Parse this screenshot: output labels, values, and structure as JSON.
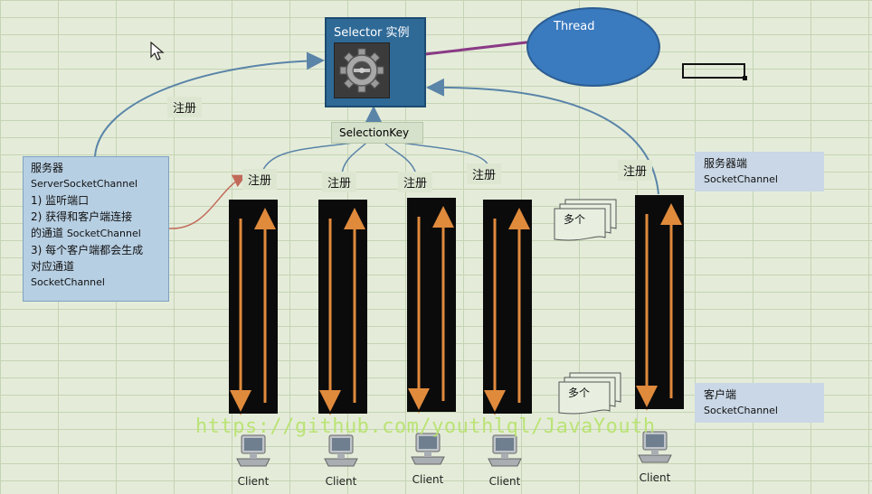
{
  "selector": {
    "title": "Selector 实例"
  },
  "thread": {
    "label": "Thread"
  },
  "register": {
    "main": "注册",
    "c1": "注册",
    "c2": "注册",
    "c3": "注册",
    "c4": "注册",
    "c5": "注册"
  },
  "selection_key": "SelectionKey",
  "server_box": {
    "title": "服务器",
    "line1": "ServerSocketChannel",
    "line2": "1) 监听端口",
    "line3": "2) 获得和客户端连接",
    "line4a": "的通道 ",
    "line4b": "SocketChannel",
    "line5": "3) 每个客户端都会生成",
    "line6": "对应通道",
    "line7": "SocketChannel"
  },
  "server_side": {
    "title": "服务器端",
    "sub": "SocketChannel"
  },
  "client_side": {
    "title": "客户端",
    "sub": "SocketChannel"
  },
  "multi": {
    "top": "多个",
    "bottom": "多个"
  },
  "clients": [
    "Client",
    "Client",
    "Client",
    "Client",
    "Client"
  ],
  "watermark": "https://github.com/youthlql/JavaYouth",
  "colors": {
    "selector_fill": "#2f6a97",
    "thread_fill": "#3a7abf",
    "arrow_orange": "#e08a3c",
    "channel_black": "#0b0b0b"
  }
}
